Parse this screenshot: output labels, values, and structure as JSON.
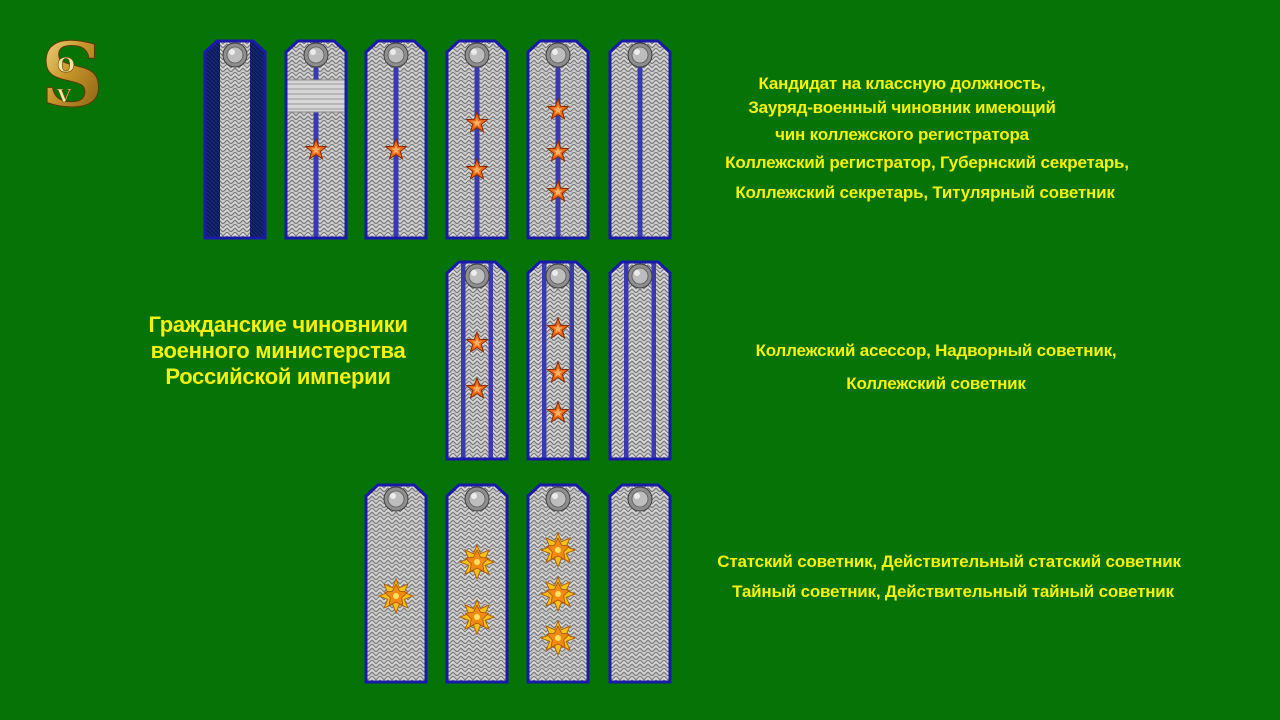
{
  "title": {
    "lines": [
      "Гражданские чиновники",
      "военного министерства",
      "Российской империи"
    ]
  },
  "logo": {
    "icon": "sv-monogram-logo",
    "letters": "SOV"
  },
  "colors": {
    "background": "#067306",
    "caption": "#f4f10a",
    "edging": "#1a1aa8",
    "galloon": "#b8b8b8",
    "stripe": "#3a3ab0",
    "star": "#e86a1a",
    "embroidered_star": "#f0b020"
  },
  "rows": [
    {
      "captions": [
        "Кандидат на классную должность,",
        "Зауряд-военный чиновник имеющий",
        "чин коллежского регистратора",
        "Коллежский регистратор, Губернский секретарь,",
        "Коллежский секретарь, Титулярный советник"
      ],
      "straps": [
        {
          "field": "dark-blue",
          "galloon": "center",
          "stars": 0,
          "star_type": "none",
          "crossbar": false
        },
        {
          "field": "silver",
          "galloon": "one-stripe",
          "stars": 1,
          "star_type": "metal",
          "crossbar": true
        },
        {
          "field": "silver",
          "galloon": "one-stripe",
          "stars": 1,
          "star_type": "metal",
          "crossbar": false
        },
        {
          "field": "silver",
          "galloon": "one-stripe",
          "stars": 2,
          "star_type": "metal",
          "crossbar": false
        },
        {
          "field": "silver",
          "galloon": "one-stripe",
          "stars": 3,
          "star_type": "metal",
          "crossbar": false
        },
        {
          "field": "silver",
          "galloon": "one-stripe",
          "stars": 0,
          "star_type": "none",
          "crossbar": false
        }
      ]
    },
    {
      "captions": [
        "Коллежский асессор, Надворный советник,",
        "Коллежский советник"
      ],
      "straps": [
        {
          "field": "silver",
          "galloon": "two-stripes",
          "stars": 2,
          "star_type": "metal",
          "crossbar": false
        },
        {
          "field": "silver",
          "galloon": "two-stripes",
          "stars": 3,
          "star_type": "metal",
          "crossbar": false
        },
        {
          "field": "silver",
          "galloon": "two-stripes",
          "stars": 0,
          "star_type": "none",
          "crossbar": false
        }
      ]
    },
    {
      "captions": [
        "Статский советник, Действительный статский советник",
        "Тайный советник, Действительный тайный советник"
      ],
      "straps": [
        {
          "field": "silver",
          "galloon": "zigzag",
          "stars": 1,
          "star_type": "embroidered",
          "crossbar": false
        },
        {
          "field": "silver",
          "galloon": "zigzag",
          "stars": 2,
          "star_type": "embroidered",
          "crossbar": false
        },
        {
          "field": "silver",
          "galloon": "zigzag",
          "stars": 3,
          "star_type": "embroidered",
          "crossbar": false
        },
        {
          "field": "silver",
          "galloon": "zigzag",
          "stars": 0,
          "star_type": "none",
          "crossbar": false
        }
      ]
    }
  ]
}
